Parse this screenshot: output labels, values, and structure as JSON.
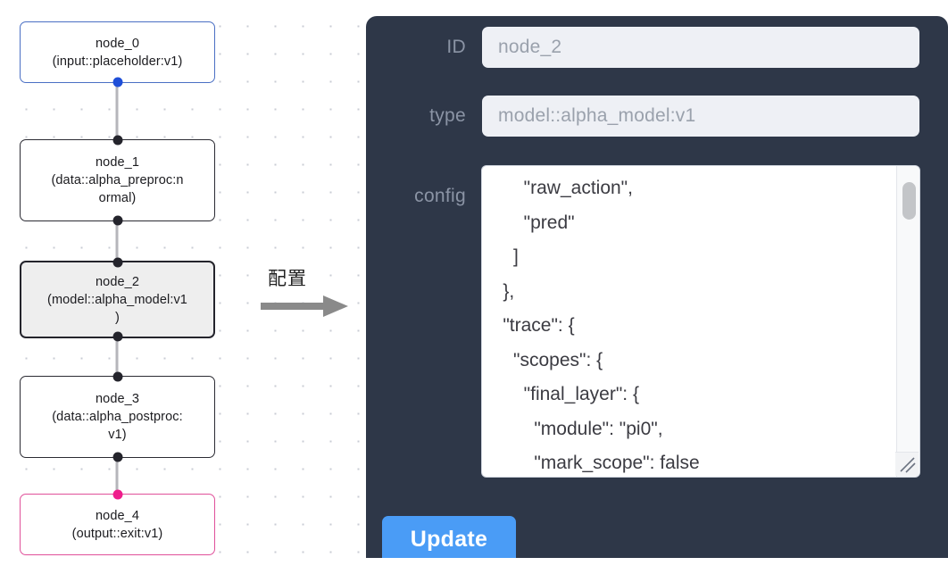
{
  "graph": {
    "nodes": [
      {
        "id": "node_0",
        "type_line": "(input::placeholder:v1)",
        "state": "input"
      },
      {
        "id": "node_1",
        "type_line": "(data::alpha_preproc:n",
        "type_line2": "ormal)",
        "state": "default"
      },
      {
        "id": "node_2",
        "type_line": "(model::alpha_model:v1",
        "type_line2": ")",
        "state": "selected"
      },
      {
        "id": "node_3",
        "type_line": "(data::alpha_postproc:",
        "type_line2": "v1)",
        "state": "default"
      },
      {
        "id": "node_4",
        "type_line": "(output::exit:v1)",
        "state": "output"
      }
    ]
  },
  "annotation": {
    "label": "配置",
    "arrow_color": "#888888"
  },
  "panel": {
    "background": "#2e3748",
    "fields": {
      "id_label": "ID",
      "id_value": "node_2",
      "type_label": "type",
      "type_value": "model::alpha_model:v1",
      "config_label": "config",
      "config_value": "        \"raw_action\",\n        \"pred\"\n      ]\n    },\n    \"trace\": {\n      \"scopes\": {\n        \"final_layer\": {\n          \"module\": \"pi0\",\n          \"mark_scope\": false\n        },\n        \"action_model\": {"
    },
    "update_label": "Update",
    "update_color": "#4a9cf6"
  }
}
